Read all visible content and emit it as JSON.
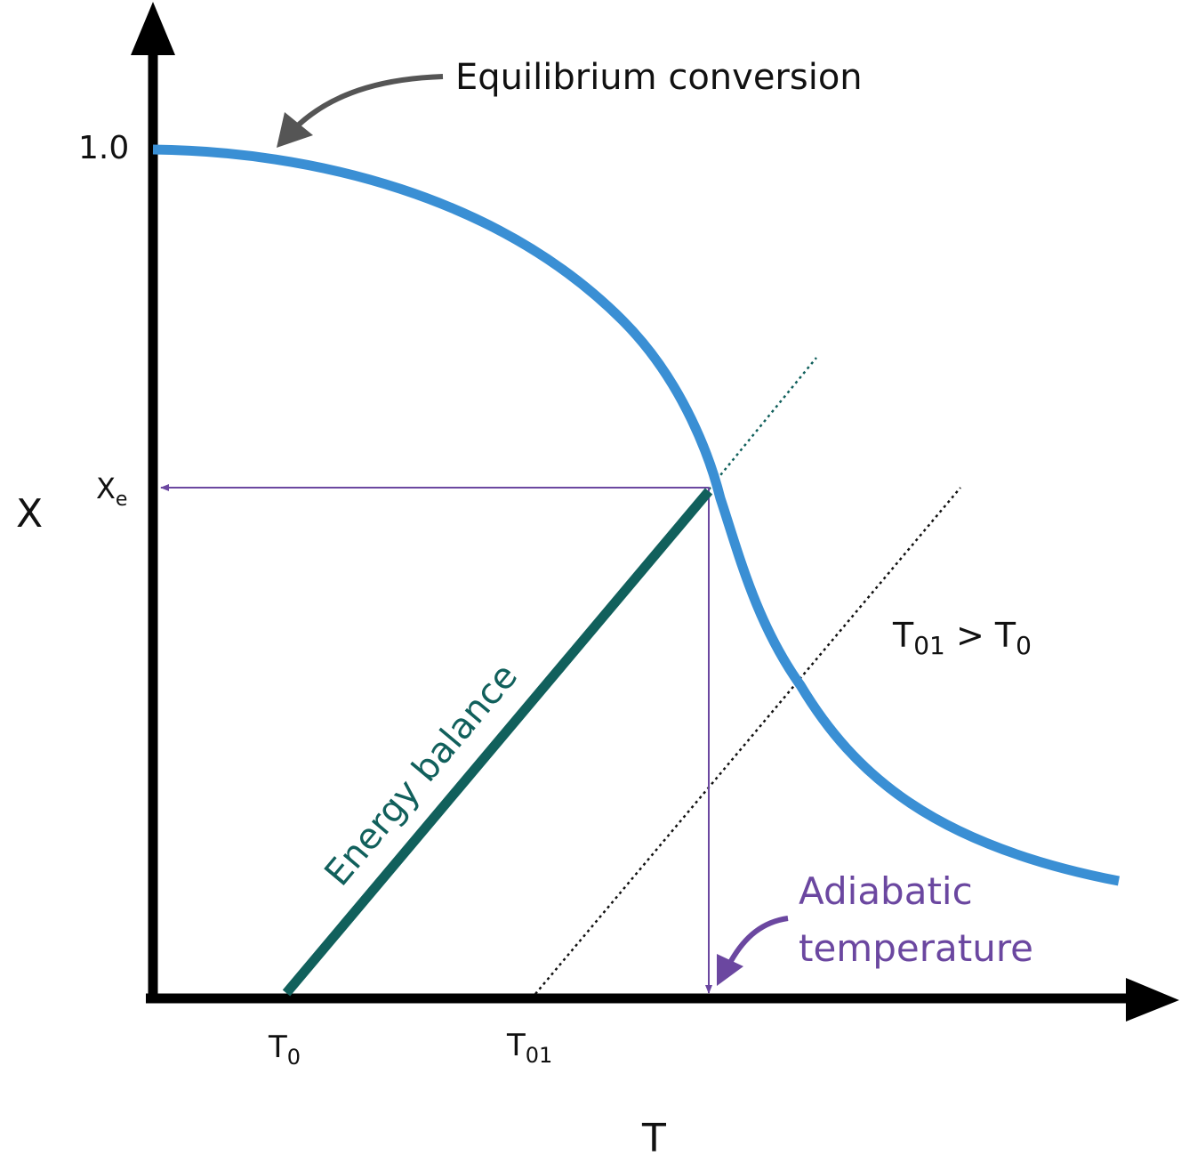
{
  "axes": {
    "y_label": "X",
    "x_label": "T",
    "y_tick_top": "1.0",
    "y_tick_xe": {
      "main": "X",
      "sub": "e"
    },
    "x_tick_t0": {
      "main": "T",
      "sub": "0"
    },
    "x_tick_t01": {
      "main": "T",
      "sub": "01"
    }
  },
  "annotations": {
    "equilibrium": "Equilibrium conversion",
    "energy_balance": "Energy balance",
    "comparison": {
      "a_main": "T",
      "a_sub": "01",
      "op": " > ",
      "b_main": "T",
      "b_sub": "0"
    },
    "adiabatic_line1": "Adiabatic",
    "adiabatic_line2": "temperature"
  },
  "colors": {
    "equilibrium_curve": "#3a8fd4",
    "energy_balance_line": "#11605c",
    "projection_lines": "#6b47a0",
    "callout_arrow_gray": "#555555",
    "axes": "#000000"
  }
}
